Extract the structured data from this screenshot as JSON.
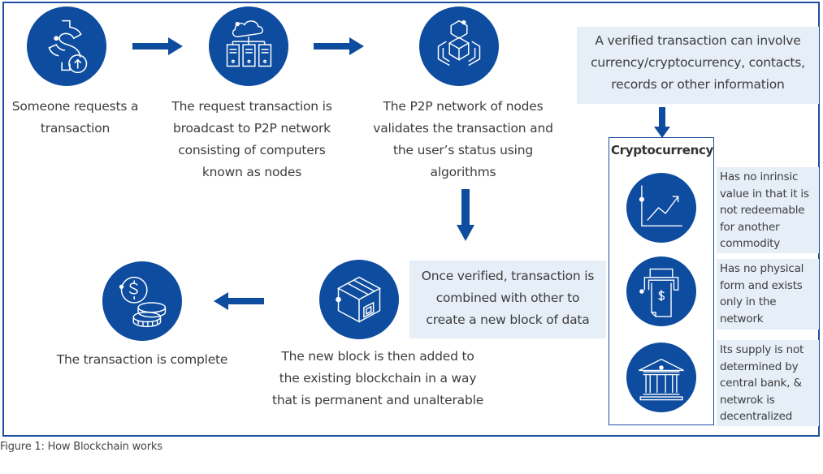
{
  "figure": {
    "caption": "Figure 1: How Blockchain works",
    "accent_color": "#0d4c9f",
    "box_fill_color": "#e6eef8"
  },
  "steps": [
    {
      "id": "request",
      "icon": "dollar-upload-icon",
      "text_lines": [
        "Someone requests a",
        "transaction"
      ]
    },
    {
      "id": "broadcast",
      "icon": "cloud-servers-icon",
      "text_lines": [
        "The request transaction is",
        "broadcast to P2P network",
        "consisting of computers",
        "known as nodes"
      ]
    },
    {
      "id": "validate",
      "icon": "cubes-network-icon",
      "text_lines": [
        "The P2P network of nodes",
        "validates the transaction and",
        "the user’s status using",
        "algorithms"
      ]
    },
    {
      "id": "combine",
      "icon": "block-box-icon",
      "text_lines": [
        "Once verified, transaction is",
        "combined with other to",
        "create a new block of data"
      ]
    },
    {
      "id": "add-block",
      "text_lines": [
        "The new block is then added to",
        "the existing blockchain in a way",
        "that is permanent and unalterable"
      ]
    },
    {
      "id": "complete",
      "icon": "coins-icon",
      "text_lines": [
        "The transaction is complete"
      ]
    }
  ],
  "verified_note": {
    "text_lines": [
      "A verified transaction can involve",
      "currency/cryptocurrency, contacts,",
      "records or other information"
    ]
  },
  "cryptocurrency": {
    "title": "Cryptocurrency",
    "features": [
      {
        "icon": "growth-chart-icon",
        "text_lines": [
          "Has no inrinsic",
          "value in that it is",
          "not redeemable",
          "for another",
          "commodity"
        ]
      },
      {
        "icon": "printer-money-icon",
        "text_lines": [
          "Has no physical",
          "form and exists",
          "only in the",
          "network"
        ]
      },
      {
        "icon": "bank-icon",
        "text_lines": [
          "Its supply is not",
          "determined by",
          "central bank, &",
          "netwrok is",
          "decentralized"
        ]
      }
    ]
  }
}
